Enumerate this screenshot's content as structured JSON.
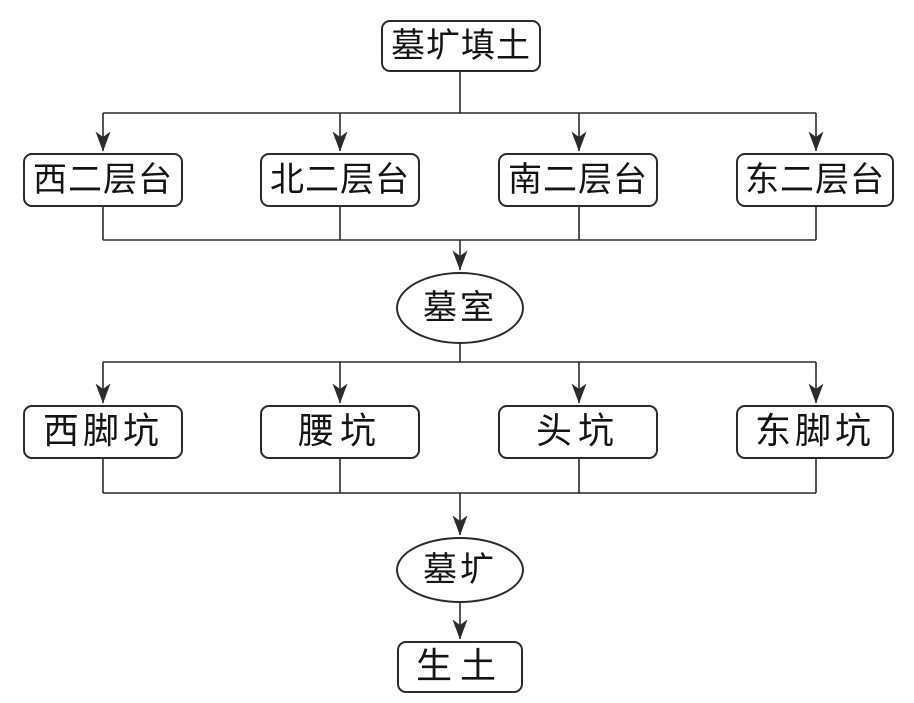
{
  "diagram": {
    "type": "flowchart",
    "direction": "top-down",
    "subject": "burial stratigraphy relationships",
    "nodes": {
      "fill": {
        "label": "墓圹填土",
        "shape": "rounded-rect"
      },
      "platforms": [
        {
          "label": "西二层台"
        },
        {
          "label": "北二层台"
        },
        {
          "label": "南二层台"
        },
        {
          "label": "东二层台"
        }
      ],
      "chamber": {
        "label": "墓室",
        "shape": "ellipse"
      },
      "pits": [
        {
          "label": "西脚坑"
        },
        {
          "label": "腰坑"
        },
        {
          "label": "头坑"
        },
        {
          "label": "东脚坑"
        }
      ],
      "tomb_pit": {
        "label": "墓圹",
        "shape": "ellipse"
      },
      "subsoil": {
        "label": "生土",
        "shape": "rounded-rect"
      }
    },
    "edges": [
      {
        "from": "墓圹填土",
        "to": "西二层台"
      },
      {
        "from": "墓圹填土",
        "to": "北二层台"
      },
      {
        "from": "墓圹填土",
        "to": "南二层台"
      },
      {
        "from": "墓圹填土",
        "to": "东二层台"
      },
      {
        "from": "西二层台",
        "to": "墓室"
      },
      {
        "from": "北二层台",
        "to": "墓室"
      },
      {
        "from": "南二层台",
        "to": "墓室"
      },
      {
        "from": "东二层台",
        "to": "墓室"
      },
      {
        "from": "墓室",
        "to": "西脚坑"
      },
      {
        "from": "墓室",
        "to": "腰坑"
      },
      {
        "from": "墓室",
        "to": "头坑"
      },
      {
        "from": "墓室",
        "to": "东脚坑"
      },
      {
        "from": "西脚坑",
        "to": "墓圹"
      },
      {
        "from": "腰坑",
        "to": "墓圹"
      },
      {
        "from": "头坑",
        "to": "墓圹"
      },
      {
        "from": "东脚坑",
        "to": "墓圹"
      },
      {
        "from": "墓圹",
        "to": "生土"
      }
    ],
    "colors": {
      "background": "#ffffff",
      "line": "#2d2a2b",
      "text": "#141414",
      "node_fill": "#ffffff"
    }
  }
}
